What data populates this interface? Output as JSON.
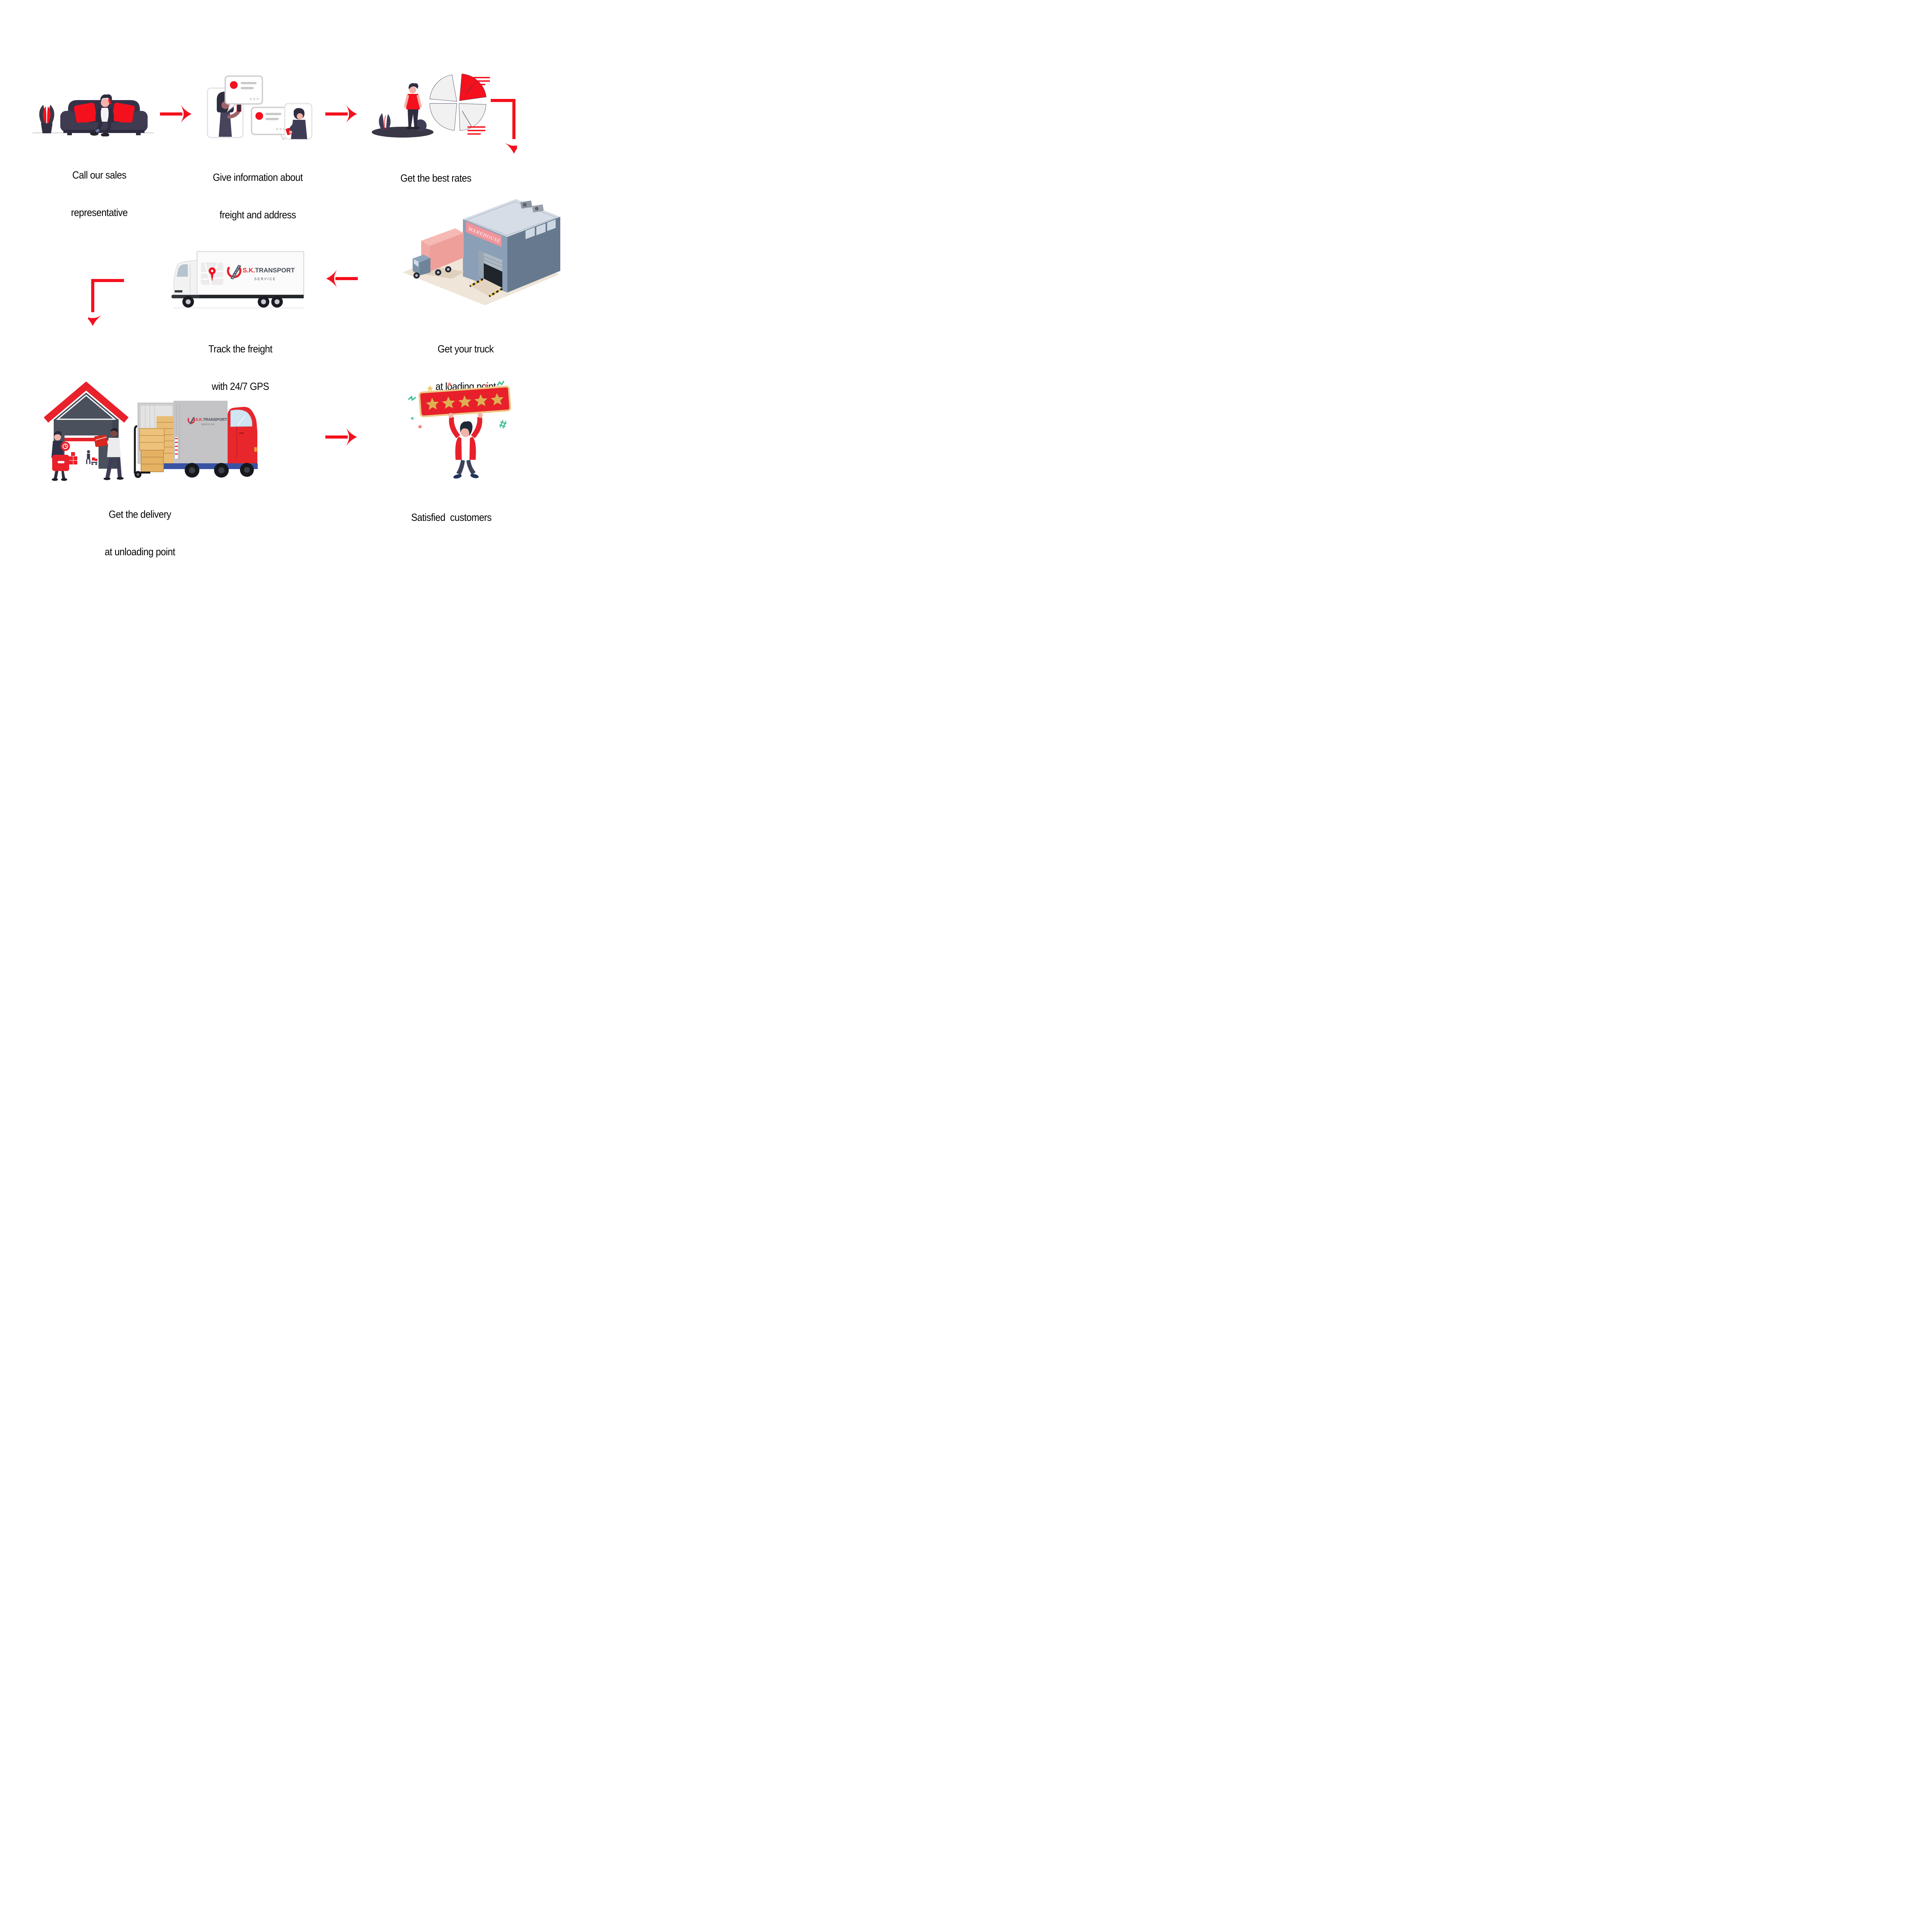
{
  "colors": {
    "accent_red": "#f5101d",
    "logo_red": "#e8212e",
    "logo_dark": "#474c57",
    "dark_navy": "#3a3847",
    "banner_gold": "#ecc885",
    "warehouse_sign_pink": "#ee949b"
  },
  "brand": {
    "name_red": "S.K.",
    "name_dark": "TRANSPORT",
    "subtitle": "SERVICE"
  },
  "warehouse_sign": "WAREHOUSE",
  "rating_stars": 5,
  "steps": [
    {
      "line1": "Call our sales",
      "line2": "representative"
    },
    {
      "line1": "Give information about",
      "line2": "freight and address"
    },
    {
      "line1": "Get the best rates",
      "line2": ""
    },
    {
      "line1": "Get your truck",
      "line2": "at loading point"
    },
    {
      "line1": "Track the freight",
      "line2": "with 24/7 GPS"
    },
    {
      "line1": "Get the delivery",
      "line2": "at unloading point"
    },
    {
      "line1": "Satisfied  customers",
      "line2": ""
    }
  ]
}
